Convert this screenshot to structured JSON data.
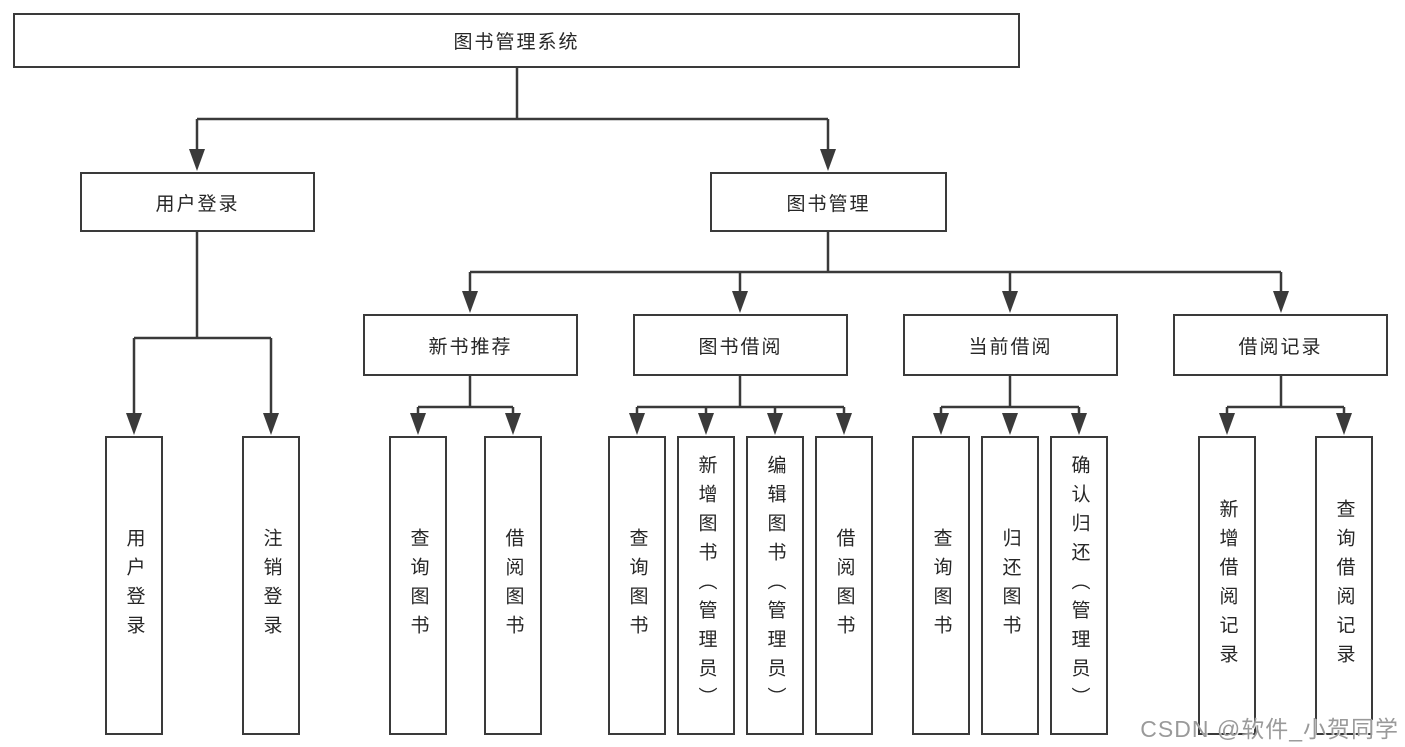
{
  "tree": {
    "root": {
      "label": "图书管理系统",
      "children": [
        {
          "label": "用户登录",
          "children": [
            {
              "label": "用户登录"
            },
            {
              "label": "注销登录"
            }
          ]
        },
        {
          "label": "图书管理",
          "children": [
            {
              "label": "新书推荐",
              "children": [
                {
                  "label": "查询图书"
                },
                {
                  "label": "借阅图书"
                }
              ]
            },
            {
              "label": "图书借阅",
              "children": [
                {
                  "label": "查询图书"
                },
                {
                  "label": "新增图书（管理员）"
                },
                {
                  "label": "编辑图书（管理员）"
                },
                {
                  "label": "借阅图书"
                }
              ]
            },
            {
              "label": "当前借阅",
              "children": [
                {
                  "label": "查询图书"
                },
                {
                  "label": "归还图书"
                },
                {
                  "label": "确认归还（管理员）"
                }
              ]
            },
            {
              "label": "借阅记录",
              "children": [
                {
                  "label": "新增借阅记录"
                },
                {
                  "label": "查询借阅记录"
                }
              ]
            }
          ]
        }
      ]
    }
  },
  "colors": {
    "line": "#3a3a3a",
    "box_border": "#3a3a3a",
    "box_background": "#ffffff",
    "text": "#262626",
    "watermark": "#9a9a9a"
  },
  "watermark": {
    "text": "CSDN @软件_小贺同学"
  }
}
